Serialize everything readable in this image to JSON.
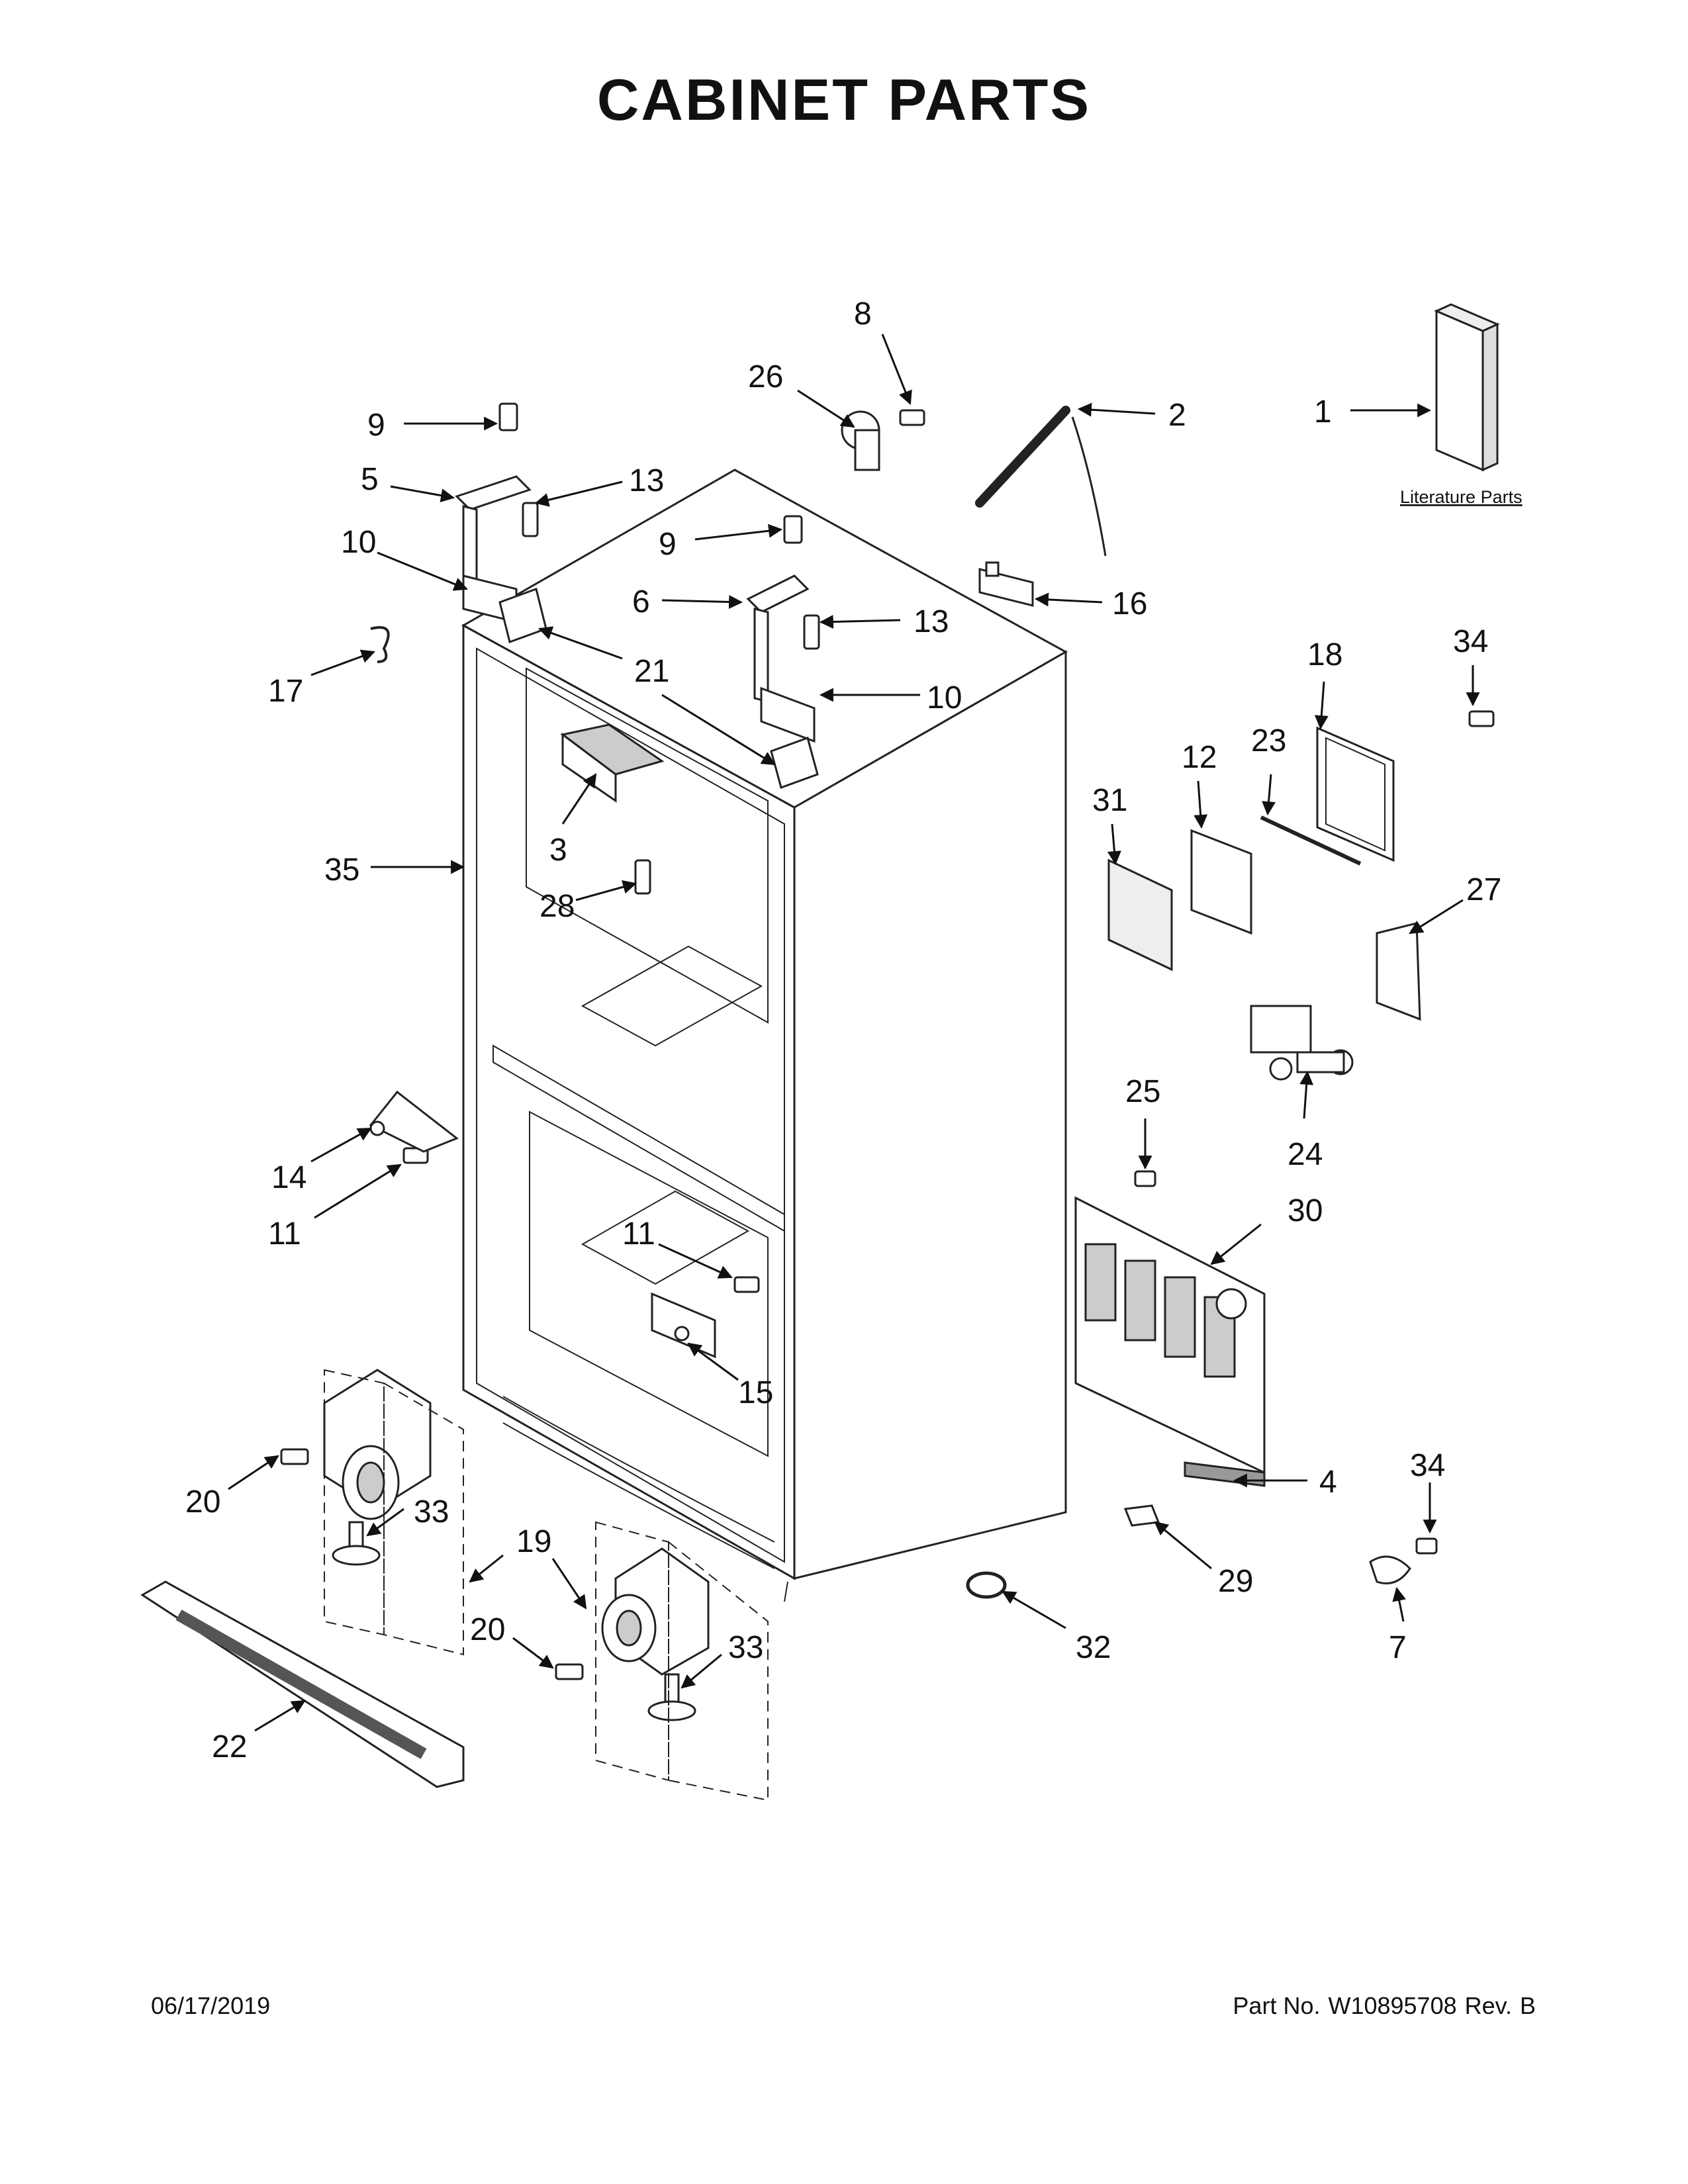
{
  "page": {
    "title": "CABINET PARTS",
    "date": "06/17/2019",
    "part_no_label": "Part No.",
    "part_no": "W10895708",
    "rev_label": "Rev.",
    "rev": "B"
  },
  "literature_label": "Literature Parts",
  "callouts": [
    "1",
    "2",
    "3",
    "4",
    "5",
    "6",
    "7",
    "8",
    "9",
    "10",
    "11",
    "12",
    "13",
    "14",
    "15",
    "16",
    "17",
    "18",
    "19",
    "20",
    "21",
    "22",
    "23",
    "24",
    "25",
    "26",
    "27",
    "28",
    "29",
    "30",
    "31",
    "32",
    "33",
    "34",
    "35"
  ]
}
